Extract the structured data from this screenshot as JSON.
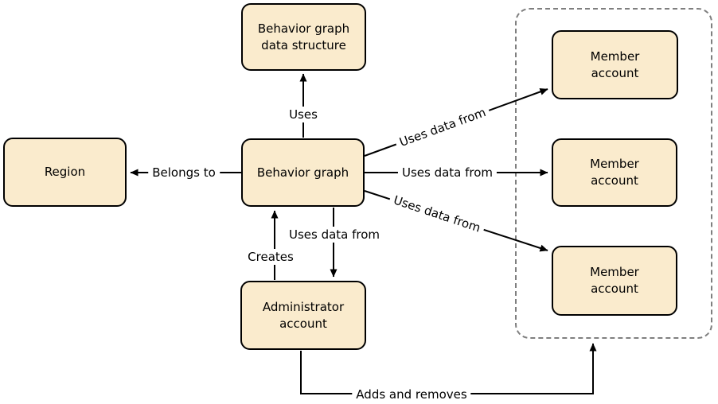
{
  "diagram": {
    "type": "relationship-diagram",
    "colors": {
      "node_fill": "#FAEBCD",
      "node_border": "#000000",
      "arrow": "#000000",
      "container_border": "#7F7F7F",
      "background": "#FFFFFF"
    },
    "nodes": {
      "behavior_graph_data_structure": {
        "label": "Behavior graph\ndata structure"
      },
      "region": {
        "label": "Region"
      },
      "behavior_graph": {
        "label": "Behavior graph"
      },
      "administrator_account": {
        "label": "Administrator\naccount"
      },
      "member_account_1": {
        "label": "Member\naccount"
      },
      "member_account_2": {
        "label": "Member\naccount"
      },
      "member_account_3": {
        "label": "Member\naccount"
      }
    },
    "edges": {
      "uses": {
        "label": "Uses",
        "from": "behavior_graph",
        "to": "behavior_graph_data_structure"
      },
      "belongs_to": {
        "label": "Belongs to",
        "from": "behavior_graph",
        "to": "region"
      },
      "creates": {
        "label": "Creates",
        "from": "administrator_account",
        "to": "behavior_graph"
      },
      "uses_data_from_admin": {
        "label": "Uses data from",
        "from": "behavior_graph",
        "to": "administrator_account"
      },
      "uses_data_from_member_1": {
        "label": "Uses data from",
        "from": "behavior_graph",
        "to": "member_account_1"
      },
      "uses_data_from_member_2": {
        "label": "Uses data from",
        "from": "behavior_graph",
        "to": "member_account_2"
      },
      "uses_data_from_member_3": {
        "label": "Uses data from",
        "from": "behavior_graph",
        "to": "member_account_3"
      },
      "adds_and_removes": {
        "label": "Adds and removes",
        "from": "administrator_account",
        "to": "member_accounts_group"
      }
    }
  }
}
